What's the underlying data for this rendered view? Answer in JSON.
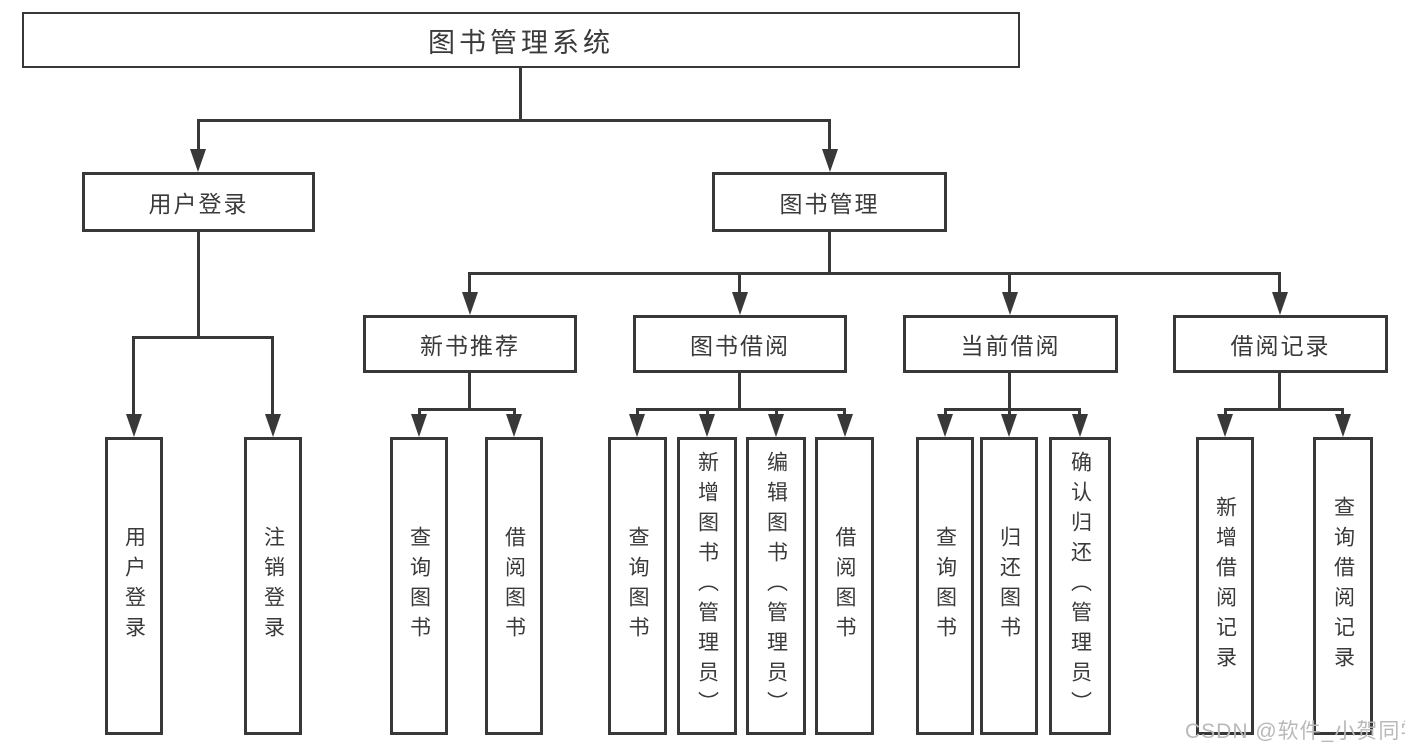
{
  "diagram": {
    "title": "图书管理系统",
    "branches": {
      "user": {
        "label": "用户登录",
        "children": [
          "用户登录",
          "注销登录"
        ]
      },
      "book": {
        "label": "图书管理",
        "groups": [
          {
            "label": "新书推荐",
            "children": [
              "查询图书",
              "借阅图书"
            ]
          },
          {
            "label": "图书借阅",
            "children": [
              "查询图书",
              "新增图书（管理员）",
              "编辑图书（管理员）",
              "借阅图书"
            ]
          },
          {
            "label": "当前借阅",
            "children": [
              "查询图书",
              "归还图书",
              "确认归还（管理员）"
            ]
          },
          {
            "label": "借阅记录",
            "children": [
              "新增借阅记录",
              "查询借阅记录"
            ]
          }
        ]
      }
    },
    "watermark": "CSDN @软件_小贺同学",
    "colors": {
      "line": "#383838",
      "text": "#3a3a3a",
      "watermark": "#b9b9b9",
      "background": "#ffffff"
    }
  }
}
